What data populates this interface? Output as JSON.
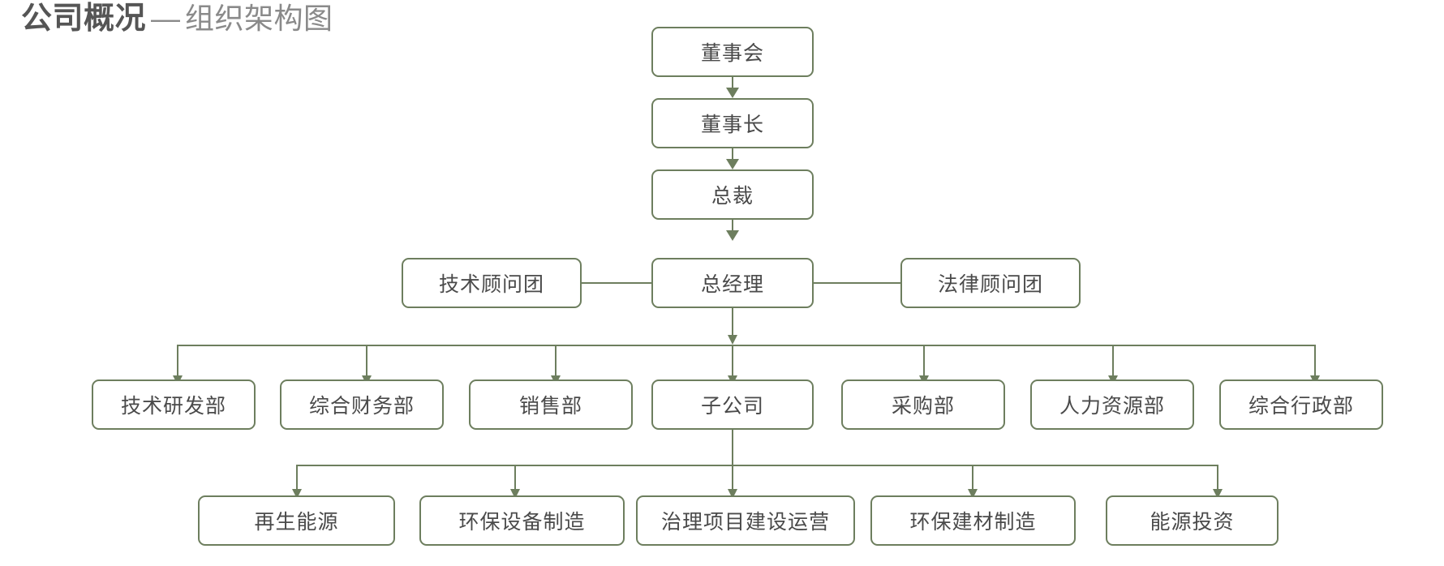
{
  "title": {
    "main": "公司概况",
    "dash": "—",
    "sub": "组织架构图"
  },
  "theme": {
    "box_border": "#6d7e5e",
    "box_fill": "#ffffff",
    "node_text": "#4a4a4a",
    "connector": "#6d7e5e",
    "title_main_color": "#555555",
    "title_sub_color": "#8a8a8a",
    "background": "#ffffff"
  },
  "chart_data": {
    "type": "diagram",
    "diagram_type": "org-chart",
    "title": "公司概况 — 组织架构图",
    "orientation": "top-down",
    "levels": [
      {
        "level": 1,
        "name": "board",
        "nodes": [
          {
            "id": "board",
            "label": "董事会"
          }
        ]
      },
      {
        "level": 2,
        "name": "chairman",
        "nodes": [
          {
            "id": "chairman",
            "label": "董事长"
          }
        ]
      },
      {
        "level": 3,
        "name": "president",
        "nodes": [
          {
            "id": "president",
            "label": "总裁"
          }
        ]
      },
      {
        "level": 4,
        "name": "general-manager",
        "nodes": [
          {
            "id": "tech-advisory",
            "label": "技术顾问团",
            "role": "staff-left"
          },
          {
            "id": "general-manager",
            "label": "总经理",
            "role": "line"
          },
          {
            "id": "legal-advisory",
            "label": "法律顾问团",
            "role": "staff-right"
          }
        ]
      },
      {
        "level": 5,
        "name": "departments",
        "nodes": [
          {
            "id": "rd",
            "label": "技术研发部"
          },
          {
            "id": "finance",
            "label": "综合财务部"
          },
          {
            "id": "sales",
            "label": "销售部"
          },
          {
            "id": "subsidiary",
            "label": "子公司"
          },
          {
            "id": "procurement",
            "label": "采购部"
          },
          {
            "id": "hr",
            "label": "人力资源部"
          },
          {
            "id": "admin",
            "label": "综合行政部"
          }
        ]
      },
      {
        "level": 6,
        "name": "subsidiaries",
        "nodes": [
          {
            "id": "renewable",
            "label": "再生能源"
          },
          {
            "id": "eq-mfg",
            "label": "环保设备制造"
          },
          {
            "id": "project-ops",
            "label": "治理项目建设运营"
          },
          {
            "id": "materials",
            "label": "环保建材制造"
          },
          {
            "id": "energy-invest",
            "label": "能源投资"
          }
        ]
      }
    ],
    "edges": [
      {
        "from": "board",
        "to": "chairman",
        "style": "arrow"
      },
      {
        "from": "chairman",
        "to": "president",
        "style": "arrow"
      },
      {
        "from": "president",
        "to": "general-manager",
        "style": "arrow"
      },
      {
        "from": "tech-advisory",
        "to": "general-manager",
        "style": "plain-line"
      },
      {
        "from": "general-manager",
        "to": "legal-advisory",
        "style": "plain-line"
      },
      {
        "from": "general-manager",
        "to": "rd",
        "style": "arrow-bus"
      },
      {
        "from": "general-manager",
        "to": "finance",
        "style": "arrow-bus"
      },
      {
        "from": "general-manager",
        "to": "sales",
        "style": "arrow-bus"
      },
      {
        "from": "general-manager",
        "to": "subsidiary",
        "style": "arrow-bus"
      },
      {
        "from": "general-manager",
        "to": "procurement",
        "style": "arrow-bus"
      },
      {
        "from": "general-manager",
        "to": "hr",
        "style": "arrow-bus"
      },
      {
        "from": "general-manager",
        "to": "admin",
        "style": "arrow-bus"
      },
      {
        "from": "subsidiary",
        "to": "renewable",
        "style": "arrow-bus"
      },
      {
        "from": "subsidiary",
        "to": "eq-mfg",
        "style": "arrow-bus"
      },
      {
        "from": "subsidiary",
        "to": "project-ops",
        "style": "arrow-bus"
      },
      {
        "from": "subsidiary",
        "to": "materials",
        "style": "arrow-bus"
      },
      {
        "from": "subsidiary",
        "to": "energy-invest",
        "style": "arrow-bus"
      }
    ]
  }
}
